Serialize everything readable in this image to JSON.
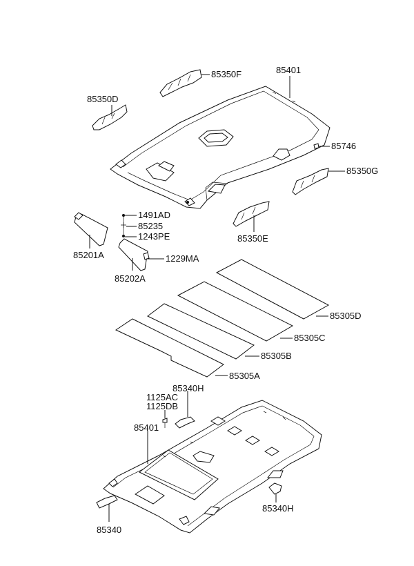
{
  "labels": {
    "p85350F": "85350F",
    "p85401_top": "85401",
    "p85350D": "85350D",
    "p85746": "85746",
    "p85350G": "85350G",
    "p1491AD": "1491AD",
    "p85235": "85235",
    "p1243PE": "1243PE",
    "p85350E": "85350E",
    "p85201A": "85201A",
    "p1229MA": "1229MA",
    "p85202A": "85202A",
    "p85305D": "85305D",
    "p85305C": "85305C",
    "p85305B": "85305B",
    "p85305A": "85305A",
    "p85340H_top": "85340H",
    "p1125AC": "1125AC",
    "p1125DB": "1125DB",
    "p85401_bottom": "85401",
    "p85340H_right": "85340H",
    "p85340": "85340"
  }
}
